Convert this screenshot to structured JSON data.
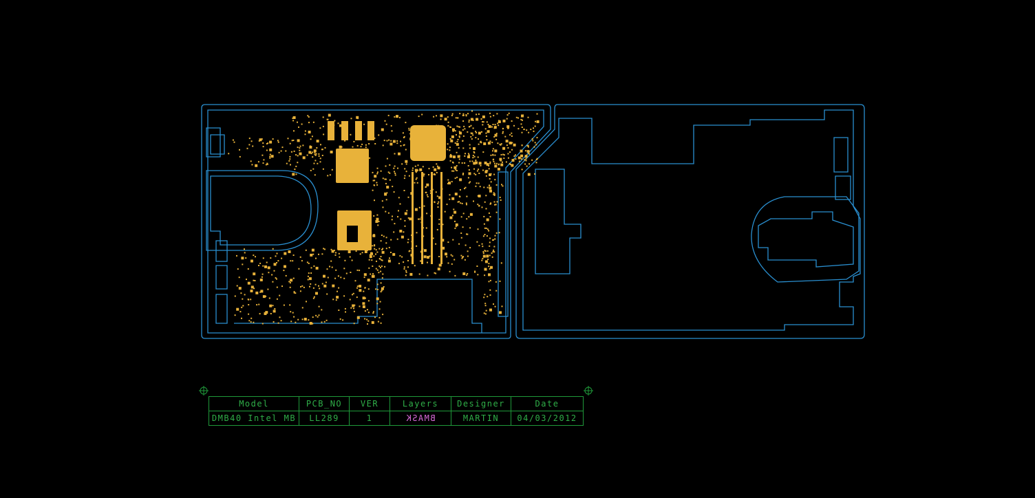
{
  "app": {
    "view": "pcb-layout-bottom-mask"
  },
  "colors": {
    "background": "#000000",
    "outline": "#2a8fd0",
    "copper": "#e8b23a",
    "titleblock": "#2fae48",
    "layer_text": "#d96bd9"
  },
  "titleblock": {
    "headers": [
      "Model",
      "PCB_NO",
      "VER",
      "Layers",
      "Designer",
      "Date"
    ],
    "values": [
      "DMB40 Intel MB",
      "LL289",
      "1",
      "BMASK",
      "MARTIN",
      "04/03/2012"
    ]
  },
  "icons": [
    "crosshair-icon"
  ]
}
